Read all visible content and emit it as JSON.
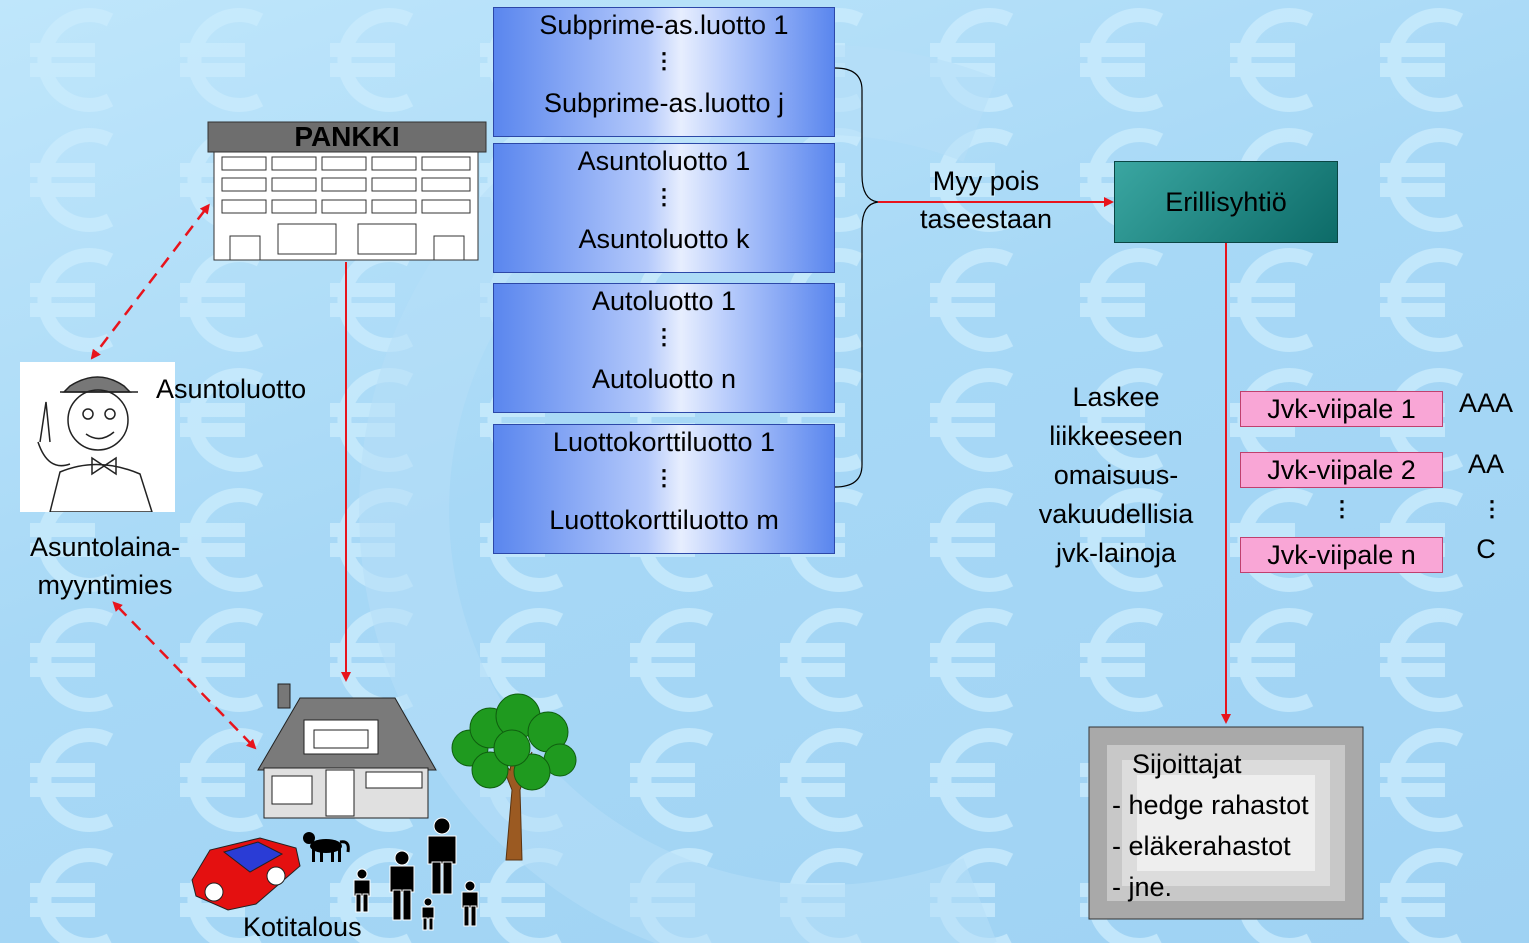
{
  "loan_groups": [
    {
      "first": "Subprime-as.luotto 1",
      "ellipsis": "⋮",
      "last": "Subprime-as.luotto j"
    },
    {
      "first": "Asuntoluotto 1",
      "ellipsis": "⋮",
      "last": "Asuntoluotto k"
    },
    {
      "first": "Autoluotto 1",
      "ellipsis": "⋮",
      "last": "Autoluotto n"
    },
    {
      "first": "Luottokorttiluotto 1",
      "ellipsis": "⋮",
      "last": "Luottokorttiluotto m"
    }
  ],
  "bank": {
    "label": "PANKKI"
  },
  "sell_off": {
    "line1": "Myy pois",
    "line2": "taseestaan"
  },
  "spv": {
    "label": "Erillisyhtiö"
  },
  "mortgage_label": "Asuntoluotto",
  "salesman": {
    "line1": "Asuntolaina-",
    "line2": "myyntimies"
  },
  "household_label": "Kotitalous",
  "issues": {
    "lines": [
      "Laskee",
      "liikkeeseen",
      "omaisuus-",
      "vakuudellisia",
      "jvk-lainoja"
    ]
  },
  "tranches": [
    {
      "label": "Jvk-viipale 1",
      "rating": "AAA"
    },
    {
      "label": "Jvk-viipale 2",
      "rating": "AA"
    },
    {
      "label": "Jvk-viipale n",
      "rating": "C"
    }
  ],
  "tranche_ellipsis": "⋮",
  "investors": {
    "title": "Sijoittajat",
    "items": [
      "- hedge rahastot",
      "- eläkerahastot",
      "- jne."
    ]
  },
  "colors": {
    "arrow": "#e8141c",
    "spv_fill": "#1a8a86",
    "tranche_fill": "#f9a6d6",
    "loan_box_edge": "#5a86ee"
  }
}
